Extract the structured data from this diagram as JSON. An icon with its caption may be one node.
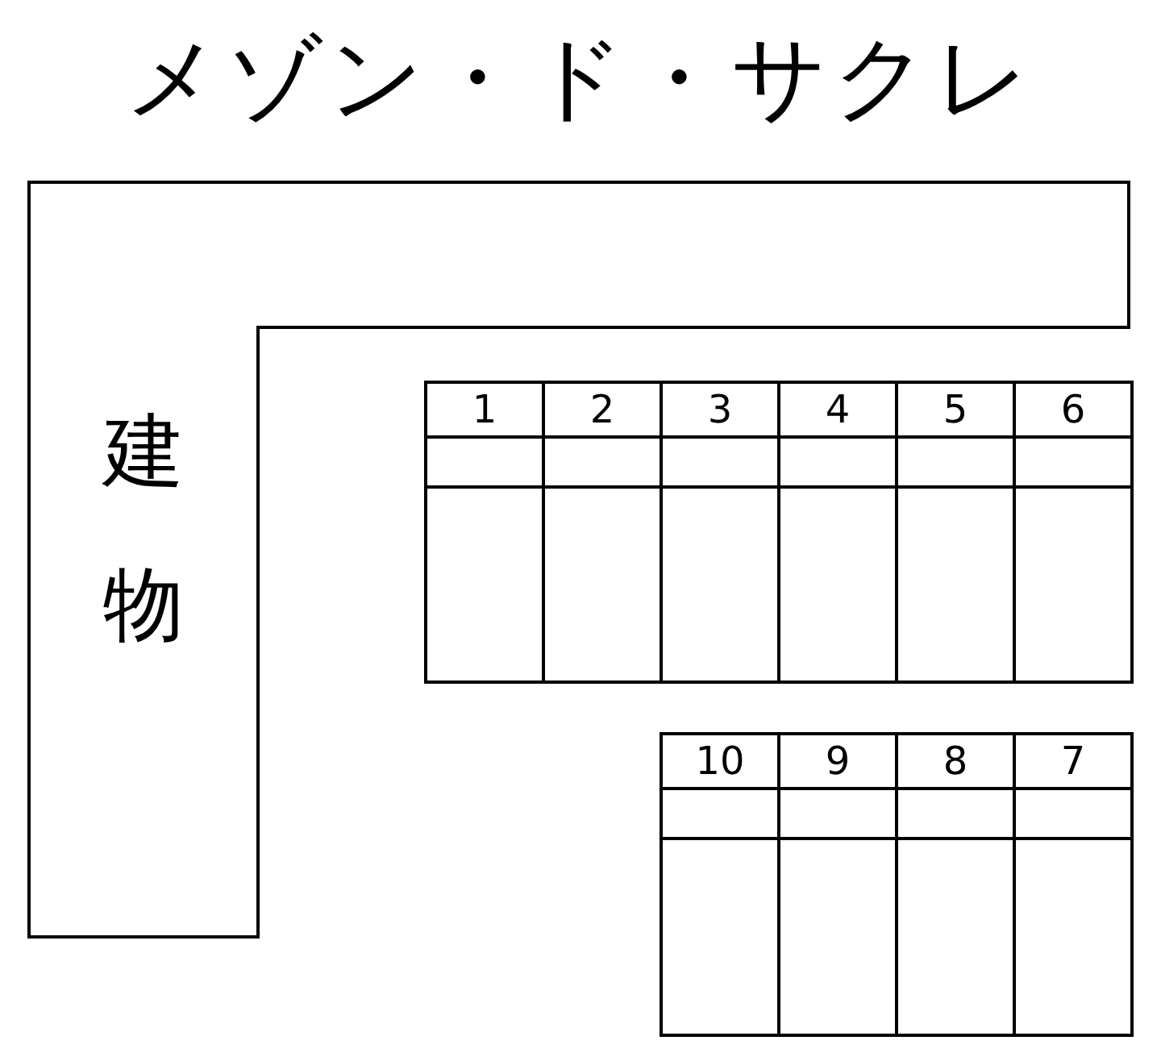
{
  "diagram": {
    "title": "メゾン・ド・サクレ",
    "nodes": [
      {
        "text": [
          "建物"
        ]
      },
      {
        "text": [
          "1"
        ]
      },
      {
        "text": [
          "2"
        ]
      },
      {
        "text": [
          "3"
        ]
      },
      {
        "text": [
          "4"
        ]
      },
      {
        "text": [
          "5"
        ]
      },
      {
        "text": [
          "6"
        ]
      },
      {
        "text": [
          "10"
        ]
      },
      {
        "text": [
          "9"
        ]
      },
      {
        "text": [
          "8"
        ]
      },
      {
        "text": [
          "7"
        ]
      }
    ]
  }
}
